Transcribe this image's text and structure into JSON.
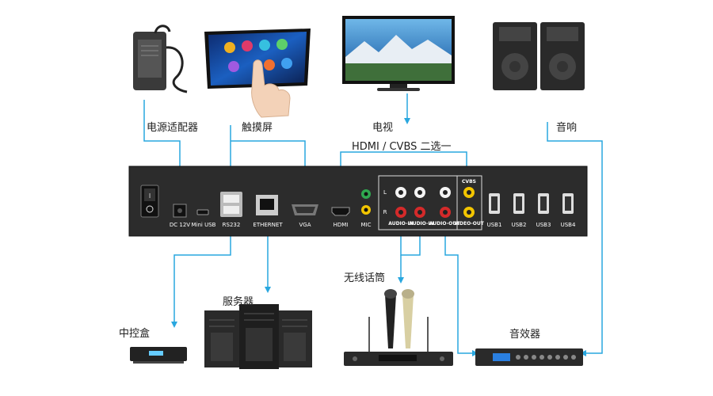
{
  "labels": {
    "power_adapter": "电源适配器",
    "touchscreen": "触摸屏",
    "tv": "电视",
    "speakers": "音响",
    "hdmi_cvbs_select": "HDMI / CVBS 二选一",
    "wireless_mic": "无线话筒",
    "server": "服务器",
    "central_control_box": "中控盒",
    "audio_effector": "音效器"
  },
  "ports": {
    "dc": "DC 12V",
    "mini_usb": "Mini USB",
    "rs232": "RS232",
    "ethernet": "ETHERNET",
    "vga": "VGA",
    "hdmi": "HDMI",
    "mic": "MIC",
    "audio_in_1": "AUDIO-IN",
    "audio_in_2": "AUDIO-IN",
    "audio_out": "AUDIO-OUT",
    "video_out": "VIDEO-OUT",
    "cvbs": "CVBS",
    "left": "L",
    "right": "R",
    "usb1": "USB1",
    "usb2": "USB2",
    "usb3": "USB3",
    "usb4": "USB4"
  },
  "colors": {
    "line": "#29a7df",
    "panel": "#2c2c2c",
    "yellow": "#f2c500",
    "red": "#d42a2a",
    "green": "#2fa84f"
  }
}
